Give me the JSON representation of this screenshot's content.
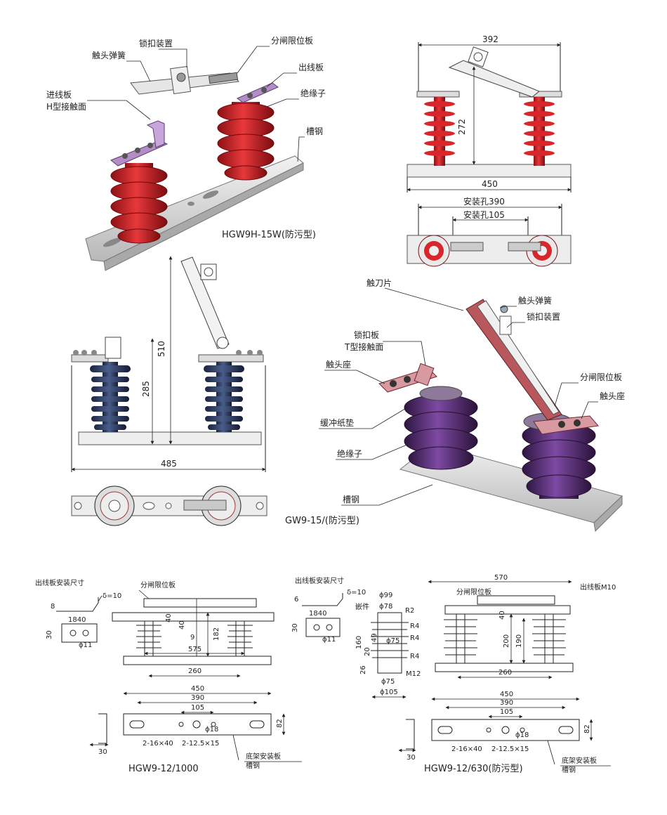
{
  "colors": {
    "red_insulator": "#d8262a",
    "blue_insulator": "#2f3f63",
    "purple_insulator": "#5a3277",
    "plate": "#b48cc8",
    "steel": "#d9d9d9"
  },
  "top_left": {
    "title": "HGW9H-15W(防污型)",
    "labels": {
      "latch": "锁扣装置",
      "limit": "分闸限位板",
      "spring": "触头弹簧",
      "outlet": "出线板",
      "inlet": "进线板",
      "contact": "H型接触面",
      "insulator": "绝缘子",
      "channel": "槽钢"
    }
  },
  "top_right": {
    "dim_392": "392",
    "dim_272": "272",
    "dim_450": "450",
    "hole_390": "安装孔390",
    "hole_105": "安装孔105"
  },
  "mid_left": {
    "dim_510": "510",
    "dim_285": "285",
    "dim_485": "485"
  },
  "mid_right": {
    "title": "GW9-15/(防污型)",
    "labels": {
      "blade": "触刀片",
      "spring": "触头弹簧",
      "latch": "锁扣装置",
      "lock_plate": "锁扣板",
      "t_contact": "T型接触面",
      "seat_left": "触头座",
      "limit": "分闸限位板",
      "seat_right": "触头座",
      "buffer": "缓冲纸垫",
      "insulator": "绝缘子",
      "channel": "槽钢"
    }
  },
  "bottom_left": {
    "title": "HGW9-12/1000",
    "plate_title": "出线板安装尺寸",
    "delta": "δ=10",
    "limit": "分闸限位板",
    "d8": "8",
    "d1840": "1840",
    "d30": "30",
    "d11": "11",
    "phi11": "ϕ11",
    "d40a": "40",
    "d40b": "40",
    "d9": "9",
    "d182": "182",
    "d575": "575",
    "d260": "260",
    "d450": "450",
    "d390": "390",
    "d105": "105",
    "phi18": "ϕ18",
    "d82": "82",
    "d30b": "30",
    "holes1": "2-16×40",
    "holes2": "2-12.5×15",
    "base1": "底架安装板",
    "base2": "槽钢"
  },
  "bottom_right": {
    "title": "HGW9-12/630(防污型)",
    "plate_title": "出线板安装尺寸",
    "delta": "δ=10",
    "d6": "6",
    "d1840": "1840",
    "d30": "30",
    "phi11": "ϕ11",
    "phi99": "ϕ99",
    "embed": "嵌件",
    "phi78": "ϕ78",
    "r2": "R2",
    "r4a": "R4",
    "r4b": "R4",
    "r4c": "R4",
    "phi75a": "ϕ75",
    "d160": "160",
    "d20": "20",
    "d49": "49",
    "d26": "26",
    "m12": "M12",
    "phi75b": "ϕ75",
    "phi105": "ϕ105",
    "d570": "570",
    "limit": "分闸限位板",
    "outlet": "出线板M10",
    "d40": "40",
    "d200": "200",
    "d190": "190",
    "d260": "260",
    "d450": "450",
    "d390": "390",
    "d105": "105",
    "phi18": "ϕ18",
    "d82": "82",
    "d30b": "30",
    "holes1": "2-16×40",
    "holes2": "2-12.5×15",
    "base1": "底架安装板",
    "base2": "槽钢"
  }
}
